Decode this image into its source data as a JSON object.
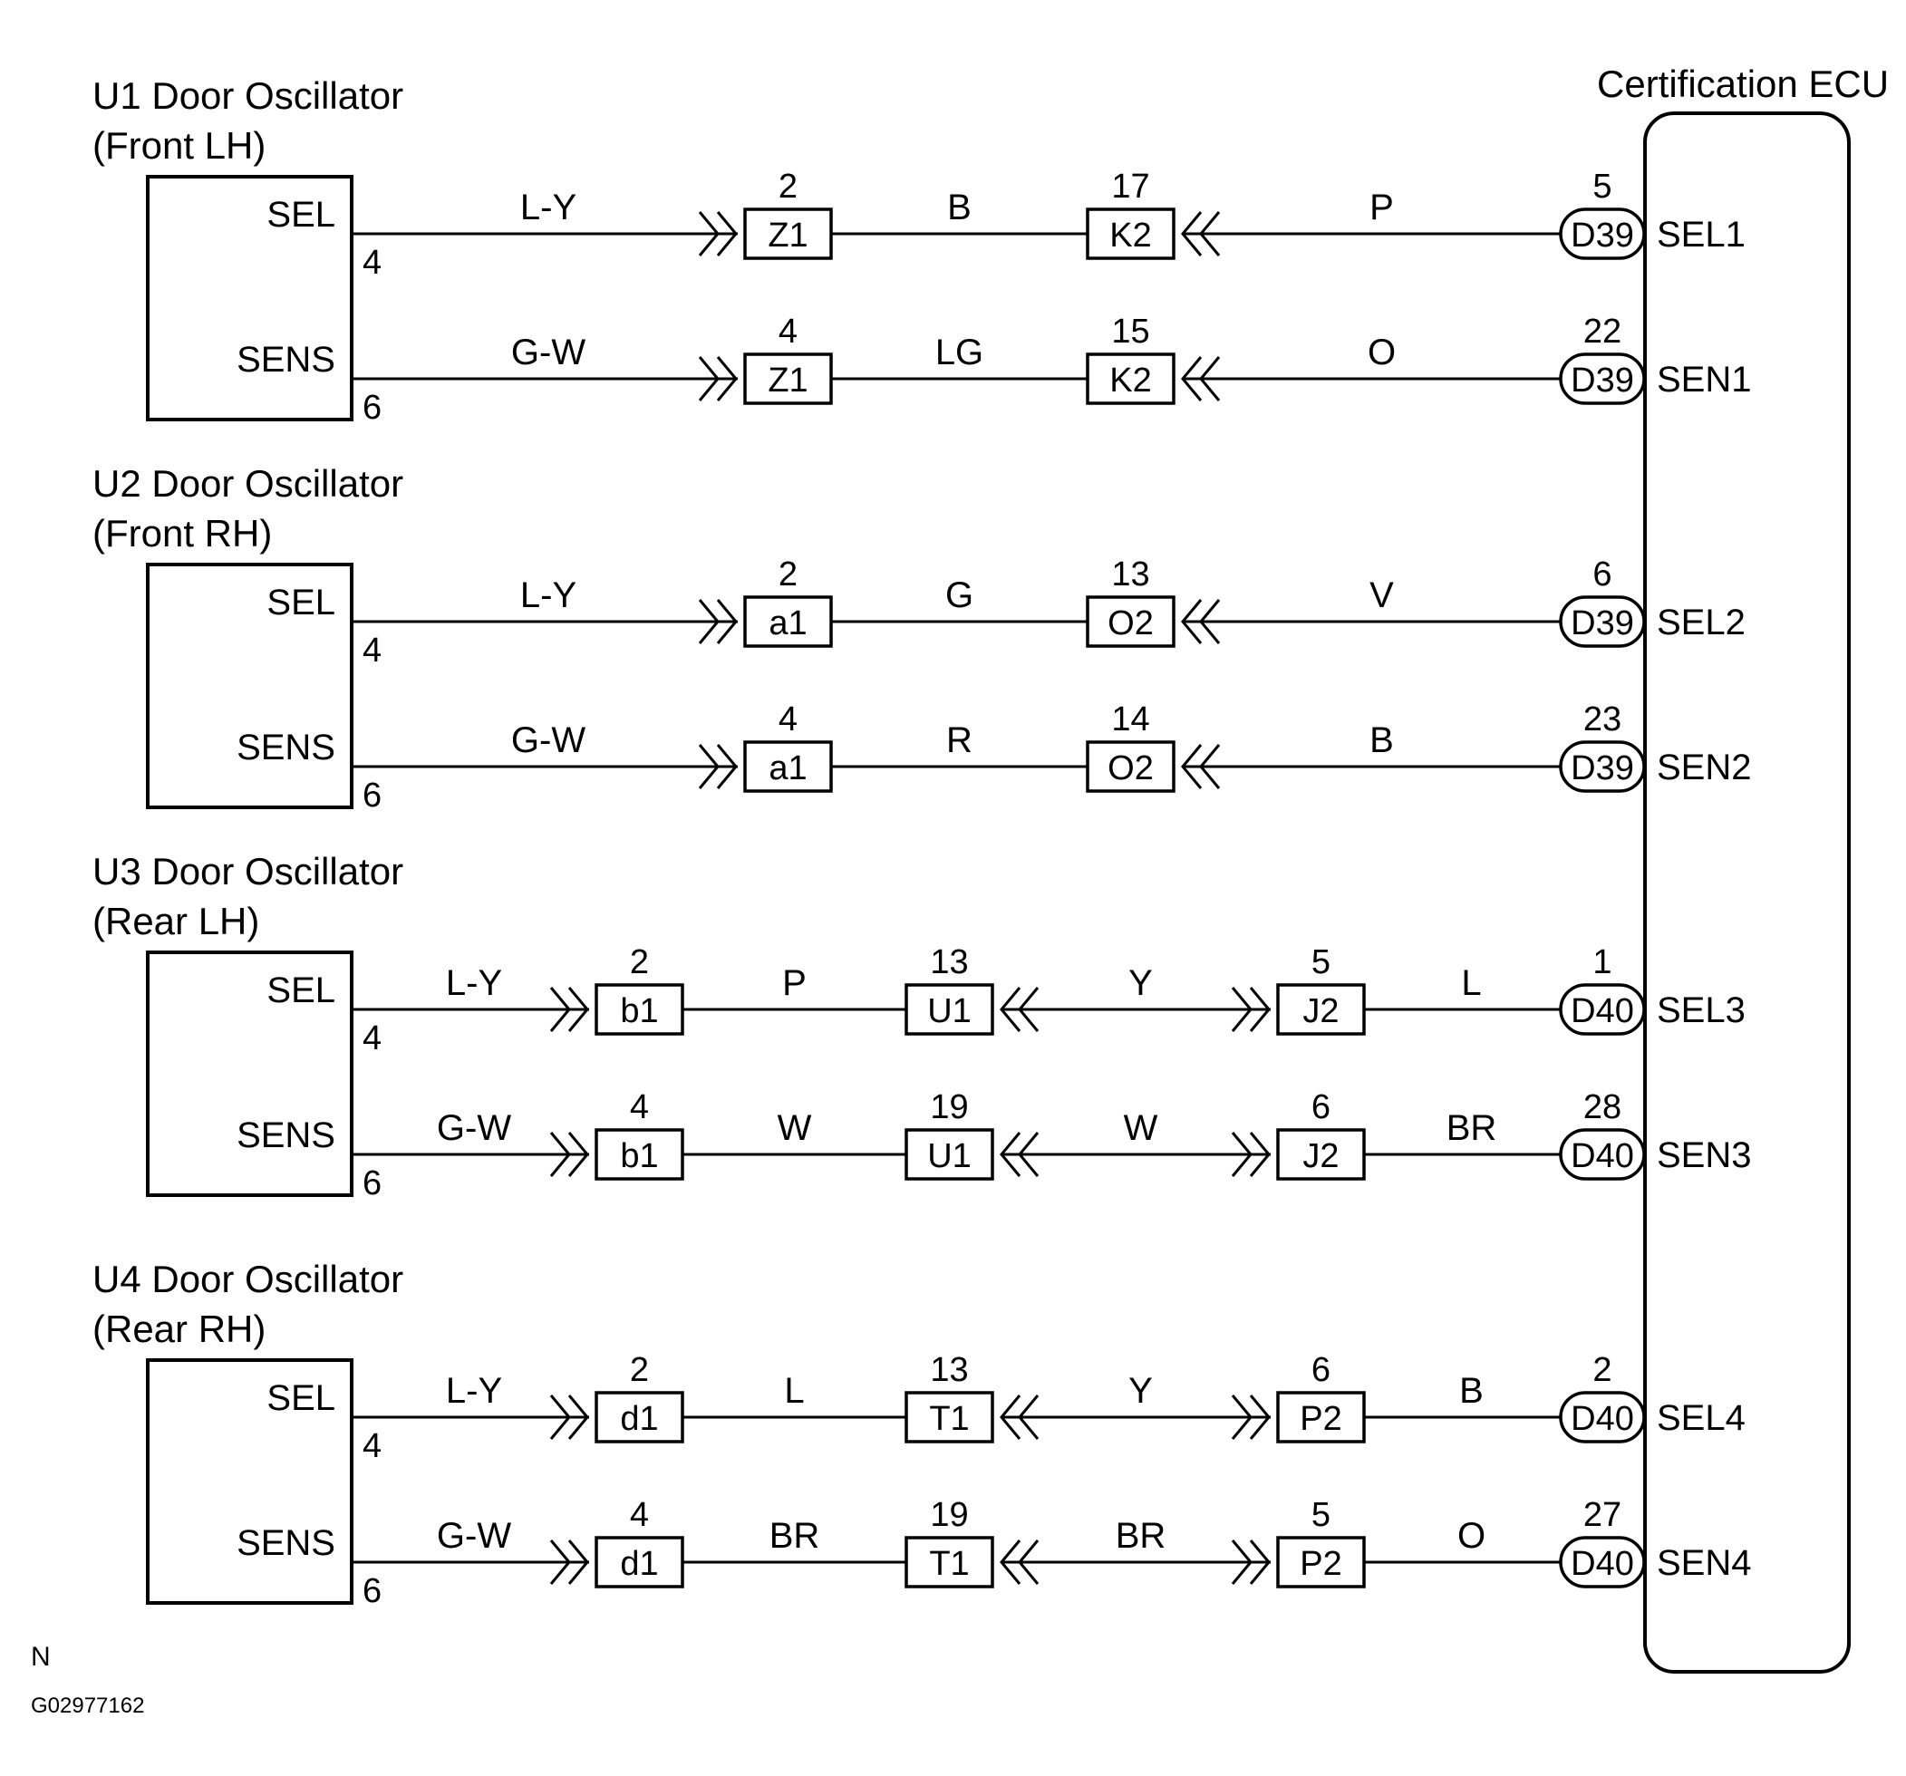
{
  "ecu": {
    "title": "Certification ECU"
  },
  "footer": {
    "mark": "N",
    "code": "G02977162"
  },
  "oscillators": [
    {
      "title_line1": "U1 Door Oscillator",
      "title_line2": "(Front LH)",
      "rows": [
        {
          "pin_name": "SEL",
          "pin_num": "4",
          "segments": [
            {
              "wire": "L-Y",
              "conn": "Z1",
              "conn_pin": "2"
            },
            {
              "wire": "B",
              "conn": "K2",
              "conn_pin": "17"
            }
          ],
          "final_wire": "P",
          "ecu_conn": "D39",
          "ecu_pin": "5",
          "ecu_signal": "SEL1"
        },
        {
          "pin_name": "SENS",
          "pin_num": "6",
          "segments": [
            {
              "wire": "G-W",
              "conn": "Z1",
              "conn_pin": "4"
            },
            {
              "wire": "LG",
              "conn": "K2",
              "conn_pin": "15"
            }
          ],
          "final_wire": "O",
          "ecu_conn": "D39",
          "ecu_pin": "22",
          "ecu_signal": "SEN1"
        }
      ]
    },
    {
      "title_line1": "U2 Door Oscillator",
      "title_line2": "(Front RH)",
      "rows": [
        {
          "pin_name": "SEL",
          "pin_num": "4",
          "segments": [
            {
              "wire": "L-Y",
              "conn": "a1",
              "conn_pin": "2"
            },
            {
              "wire": "G",
              "conn": "O2",
              "conn_pin": "13"
            }
          ],
          "final_wire": "V",
          "ecu_conn": "D39",
          "ecu_pin": "6",
          "ecu_signal": "SEL2"
        },
        {
          "pin_name": "SENS",
          "pin_num": "6",
          "segments": [
            {
              "wire": "G-W",
              "conn": "a1",
              "conn_pin": "4"
            },
            {
              "wire": "R",
              "conn": "O2",
              "conn_pin": "14"
            }
          ],
          "final_wire": "B",
          "ecu_conn": "D39",
          "ecu_pin": "23",
          "ecu_signal": "SEN2"
        }
      ]
    },
    {
      "title_line1": "U3 Door Oscillator",
      "title_line2": "(Rear LH)",
      "rows": [
        {
          "pin_name": "SEL",
          "pin_num": "4",
          "segments": [
            {
              "wire": "L-Y",
              "conn": "b1",
              "conn_pin": "2"
            },
            {
              "wire": "P",
              "conn": "U1",
              "conn_pin": "13"
            },
            {
              "wire": "Y",
              "conn": "J2",
              "conn_pin": "5"
            }
          ],
          "final_wire": "L",
          "ecu_conn": "D40",
          "ecu_pin": "1",
          "ecu_signal": "SEL3"
        },
        {
          "pin_name": "SENS",
          "pin_num": "6",
          "segments": [
            {
              "wire": "G-W",
              "conn": "b1",
              "conn_pin": "4"
            },
            {
              "wire": "W",
              "conn": "U1",
              "conn_pin": "19"
            },
            {
              "wire": "W",
              "conn": "J2",
              "conn_pin": "6"
            }
          ],
          "final_wire": "BR",
          "ecu_conn": "D40",
          "ecu_pin": "28",
          "ecu_signal": "SEN3"
        }
      ]
    },
    {
      "title_line1": "U4 Door Oscillator",
      "title_line2": "(Rear RH)",
      "rows": [
        {
          "pin_name": "SEL",
          "pin_num": "4",
          "segments": [
            {
              "wire": "L-Y",
              "conn": "d1",
              "conn_pin": "2"
            },
            {
              "wire": "L",
              "conn": "T1",
              "conn_pin": "13"
            },
            {
              "wire": "Y",
              "conn": "P2",
              "conn_pin": "6"
            }
          ],
          "final_wire": "B",
          "ecu_conn": "D40",
          "ecu_pin": "2",
          "ecu_signal": "SEL4"
        },
        {
          "pin_name": "SENS",
          "pin_num": "6",
          "segments": [
            {
              "wire": "G-W",
              "conn": "d1",
              "conn_pin": "4"
            },
            {
              "wire": "BR",
              "conn": "T1",
              "conn_pin": "19"
            },
            {
              "wire": "BR",
              "conn": "P2",
              "conn_pin": "5"
            }
          ],
          "final_wire": "O",
          "ecu_conn": "D40",
          "ecu_pin": "27",
          "ecu_signal": "SEN4"
        }
      ]
    }
  ]
}
